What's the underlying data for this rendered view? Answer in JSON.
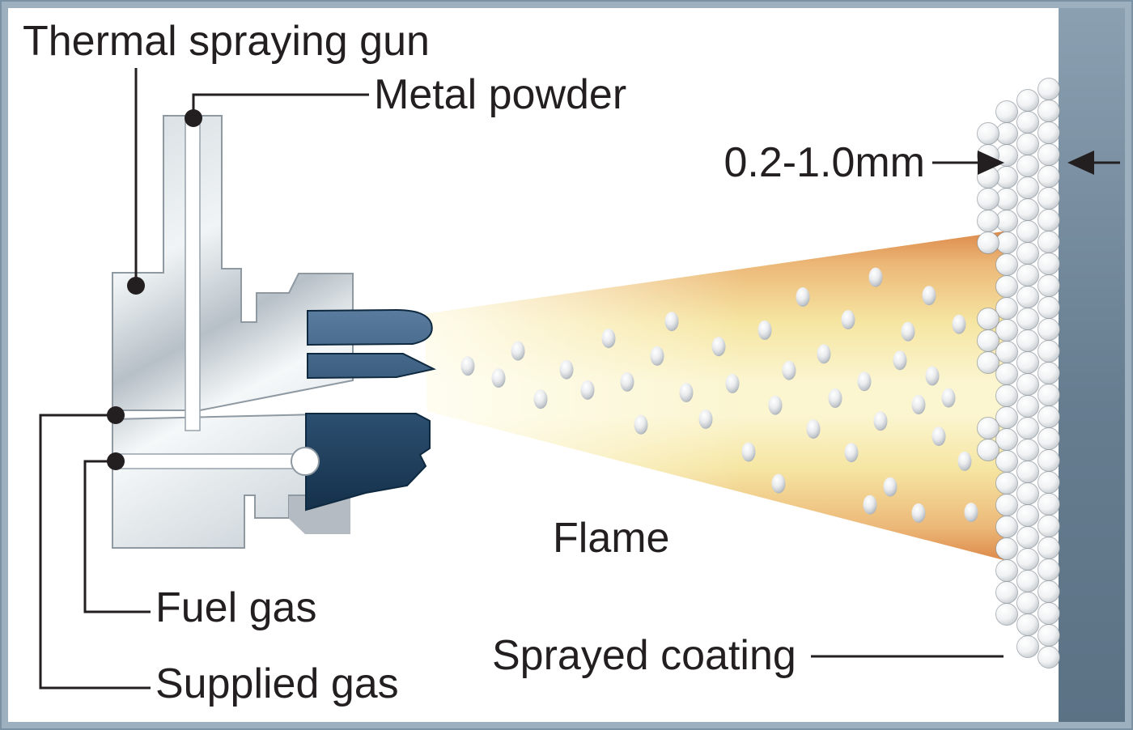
{
  "diagram": {
    "labels": {
      "thermal_spraying_gun": "Thermal spraying gun",
      "metal_powder": "Metal powder",
      "coating_thickness": "0.2-1.0mm",
      "flame": "Flame",
      "fuel_gas": "Fuel gas",
      "supplied_gas": "Supplied gas",
      "sprayed_coating": "Sprayed coating"
    },
    "colors": {
      "ink": "#231f20",
      "frame_border": "#9cb0bf",
      "metal_body_light": "#f5f8f9",
      "metal_body_dark": "#b9c2c9",
      "nozzle_navy_light": "#5a7c9e",
      "nozzle_navy_dark": "#14304a",
      "flame_edge_orange": "#dd8a4a",
      "flame_core_yellow": "#fbf5d0",
      "substrate_blue_top": "#8ba0b1",
      "substrate_blue_bottom": "#5b7285",
      "particle_silver": "#e9ebed"
    }
  }
}
